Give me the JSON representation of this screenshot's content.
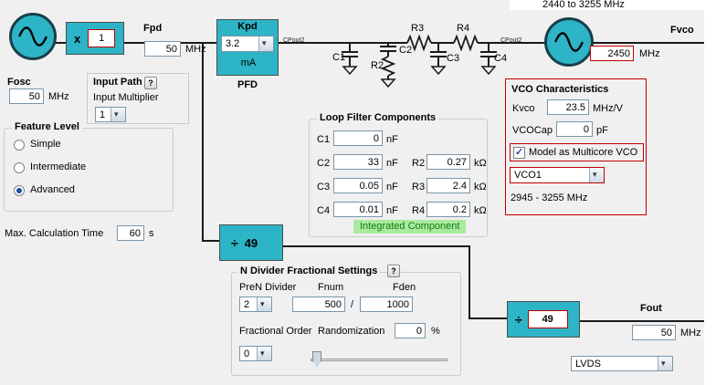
{
  "colors": {
    "accent_teal": "#2db4c6",
    "alert_red": "#c00000",
    "integrated_green_bg": "#a9ea9e",
    "integrated_green_text": "#0f7d10"
  },
  "top_path": {
    "fpd_label": "Fpd",
    "fpd_value": "50",
    "fpd_unit": "MHz",
    "multiplier_symbol": "x",
    "multiplier_value": "1",
    "kpd_label": "Kpd",
    "kpd_value": "3.2",
    "kpd_unit": "mA",
    "pfd_label": "PFD",
    "cpout_left": "CPout2",
    "cpout_right": "CPout2",
    "vco_range_top": "2440 to 3255 MHz",
    "fvco_label": "Fvco",
    "fvco_value": "2450",
    "fvco_unit": "MHz"
  },
  "circuit": {
    "c1": "C1",
    "c2": "C2",
    "c3": "C3",
    "c4": "C4",
    "r2": "R2",
    "r3": "R3",
    "r4": "R4"
  },
  "left_panel": {
    "fosc_label": "Fosc",
    "fosc_value": "50",
    "fosc_unit": "MHz",
    "input_path_label": "Input Path",
    "help_label": "?",
    "input_multiplier_label": "Input Multiplier",
    "input_multiplier_value": "1",
    "feature_level": {
      "title": "Feature Level",
      "options": [
        {
          "label": "Simple",
          "selected": false
        },
        {
          "label": "Intermediate",
          "selected": false
        },
        {
          "label": "Advanced",
          "selected": true
        }
      ]
    },
    "max_calc_label": "Max. Calculation Time",
    "max_calc_value": "60",
    "max_calc_unit": "s"
  },
  "loop_filter": {
    "title": "Loop Filter Components",
    "rows": [
      {
        "cl": "C1",
        "cv": "0",
        "cu": "nF",
        "rl": "",
        "rv": "",
        "ru": ""
      },
      {
        "cl": "C2",
        "cv": "33",
        "cu": "nF",
        "rl": "R2",
        "rv": "0.27",
        "ru": "kΩ"
      },
      {
        "cl": "C3",
        "cv": "0.05",
        "cu": "nF",
        "rl": "R3",
        "rv": "2.4",
        "ru": "kΩ"
      },
      {
        "cl": "C4",
        "cv": "0.01",
        "cu": "nF",
        "rl": "R4",
        "rv": "0.2",
        "ru": "kΩ"
      }
    ],
    "integrated_label": "Integrated Component"
  },
  "vco_panel": {
    "title": "VCO Characteristics",
    "kvco_label": "Kvco",
    "kvco_value": "23.5",
    "kvco_unit": "MHz/V",
    "vcocap_label": "VCOCap",
    "vcocap_value": "0",
    "vcocap_unit": "pF",
    "multicore_label": "Model as Multicore VCO",
    "multicore_checked": true,
    "vco_select_value": "VCO1",
    "vco_range": "2945 - 3255 MHz"
  },
  "n_divider": {
    "symbol": "÷",
    "value": "49"
  },
  "fractional": {
    "title": "N Divider Fractional Settings",
    "help_label": "?",
    "pren_label": "PreN Divider",
    "pren_value": "2",
    "fnum_label": "Fnum",
    "fnum_value": "500",
    "divider_slash": "/",
    "fden_label": "Fden",
    "fden_value": "1000",
    "frac_order_label": "Fractional Order",
    "frac_order_value": "0",
    "randomization_label": "Randomization",
    "randomization_value": "0",
    "randomization_unit": "%"
  },
  "output": {
    "divider_symbol": "÷",
    "divider_value": "49",
    "fout_label": "Fout",
    "fout_value": "50",
    "fout_unit": "MHz",
    "format_value": "LVDS"
  }
}
